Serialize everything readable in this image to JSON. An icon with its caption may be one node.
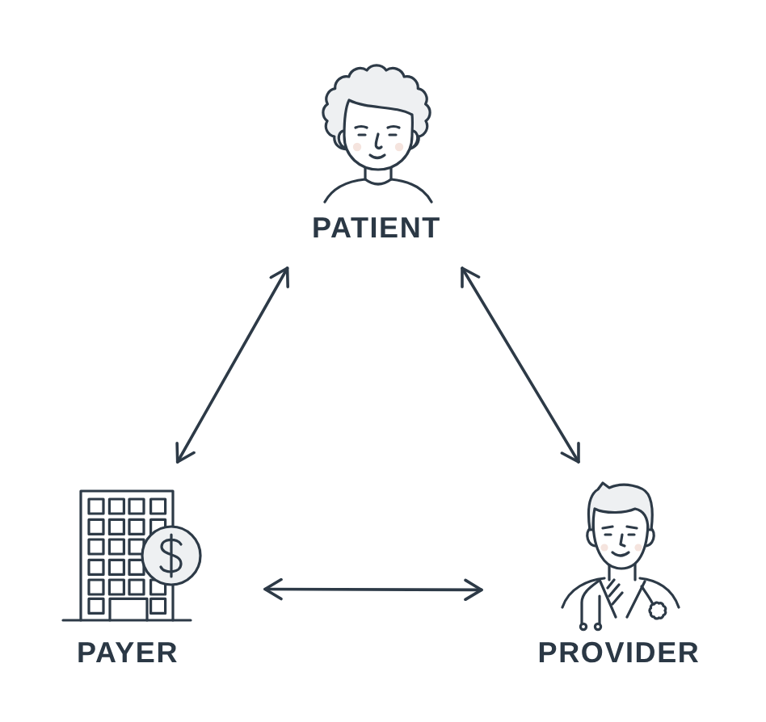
{
  "diagram": {
    "nodes": [
      {
        "text": [
          "PATIENT"
        ]
      },
      {
        "text": [
          "PAYER"
        ]
      },
      {
        "text": [
          "PROVIDER"
        ]
      }
    ],
    "edges": [
      {
        "from": 0,
        "to": 1,
        "arrow": "both"
      },
      {
        "from": 0,
        "to": 2,
        "arrow": "both"
      },
      {
        "from": 1,
        "to": 2,
        "arrow": "both"
      }
    ]
  }
}
